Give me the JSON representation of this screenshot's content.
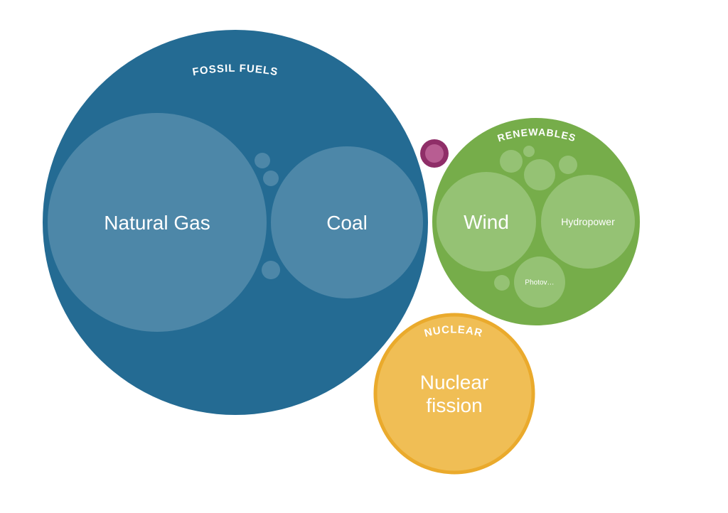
{
  "chart_data": {
    "type": "packed-bubble",
    "colors": {
      "fossil_fuels": "#246b93",
      "fossil_fuels_inner": "#4d87a8",
      "renewables": "#76ad4a",
      "renewables_inner": "#95c274",
      "nuclear": "#f0be55",
      "nuclear_stroke": "#eaaa2c",
      "other": "#8f2e68",
      "other_inner": "#b85d92"
    },
    "groups": [
      {
        "name": "FOSSIL FUELS",
        "color_key": "fossil_fuels",
        "children": [
          {
            "name": "Natural Gas"
          },
          {
            "name": "Coal"
          },
          {
            "name": ""
          },
          {
            "name": ""
          },
          {
            "name": ""
          }
        ]
      },
      {
        "name": "RENEWABLES",
        "color_key": "renewables",
        "children": [
          {
            "name": "Wind"
          },
          {
            "name": "Hydropower"
          },
          {
            "name": "Photov…"
          },
          {
            "name": ""
          },
          {
            "name": ""
          },
          {
            "name": ""
          },
          {
            "name": ""
          },
          {
            "name": ""
          }
        ]
      },
      {
        "name": "NUCLEAR",
        "color_key": "nuclear",
        "children": [
          {
            "name": "Nuclear fission"
          }
        ]
      },
      {
        "name": "",
        "color_key": "other",
        "children": [
          {
            "name": ""
          }
        ]
      }
    ]
  }
}
